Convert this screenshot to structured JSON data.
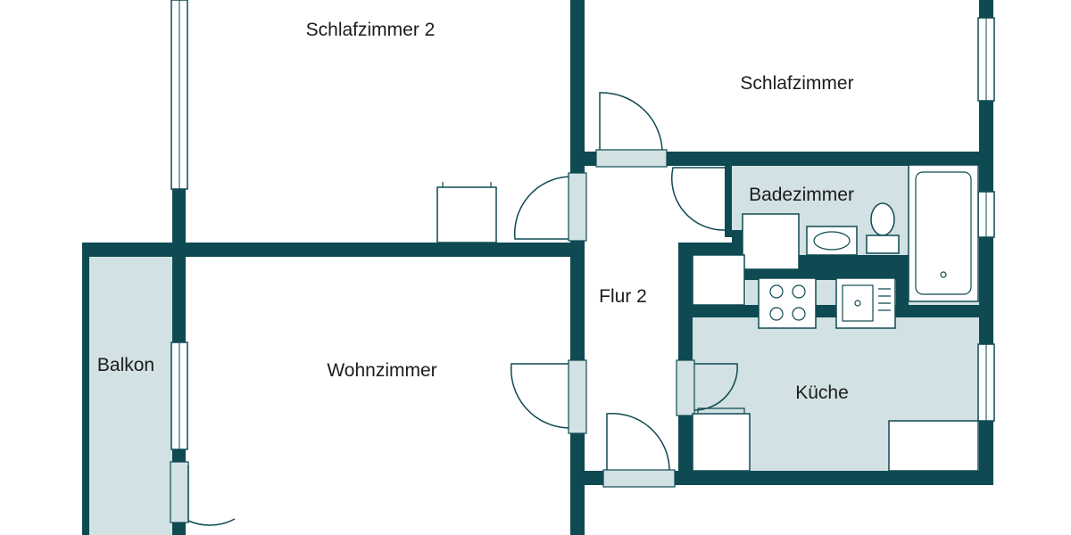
{
  "rooms": {
    "schlafzimmer2": "Schlafzimmer 2",
    "schlafzimmer": "Schlafzimmer",
    "badezimmer": "Badezimmer",
    "flur2": "Flur 2",
    "balkon": "Balkon",
    "wohnzimmer": "Wohnzimmer",
    "kueche": "Küche"
  },
  "colors": {
    "wall": "#0f4a52",
    "tile": "#d2e1e3",
    "background": "#ffffff",
    "text": "#1c1c1c"
  }
}
